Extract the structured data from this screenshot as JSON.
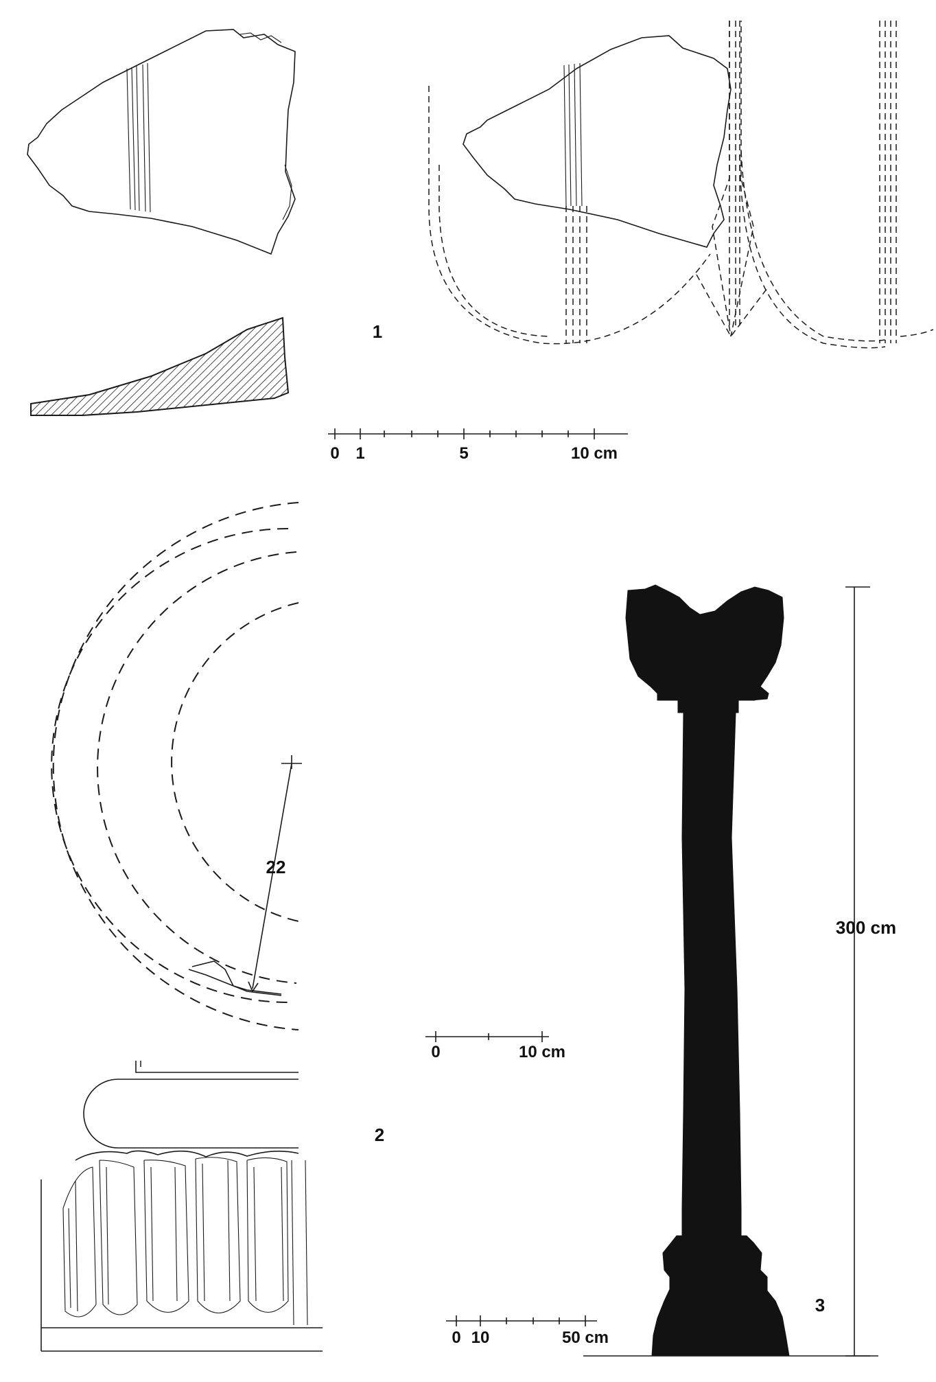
{
  "figure": {
    "item_labels": {
      "fig1": "1",
      "fig2": "2",
      "fig3": "3"
    },
    "scale_1": {
      "ticks": [
        "0",
        "1",
        "5",
        "10 cm"
      ]
    },
    "scale_2": {
      "ticks": [
        "0",
        "10 cm"
      ]
    },
    "scale_3": {
      "ticks": [
        "0",
        "10",
        "50 cm"
      ]
    },
    "radius_label": "22",
    "height_label": "300 cm"
  }
}
